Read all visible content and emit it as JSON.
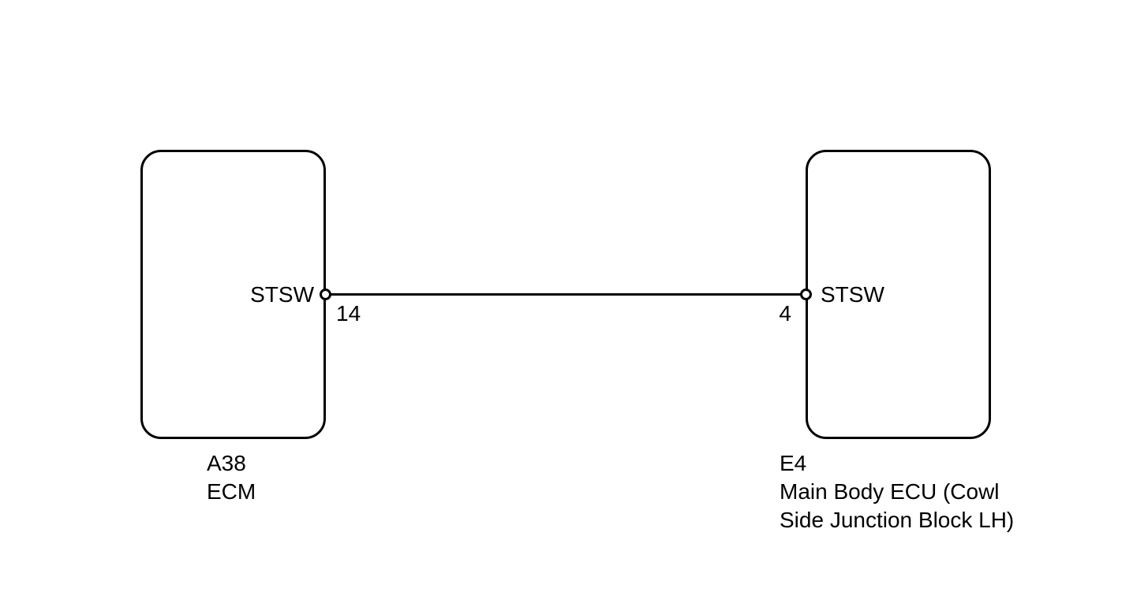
{
  "diagram": {
    "colors": {
      "line": "#000000",
      "background": "#ffffff"
    },
    "left_component": {
      "code": "A38",
      "name": "ECM",
      "pin_signal": "STSW",
      "pin_number": "14"
    },
    "right_component": {
      "code": "E4",
      "name": "Main Body ECU (Cowl Side Junction Block LH)",
      "pin_signal": "STSW",
      "pin_number": "4"
    },
    "wire": {
      "signal": "STSW",
      "from_pin": "14",
      "to_pin": "4"
    }
  }
}
